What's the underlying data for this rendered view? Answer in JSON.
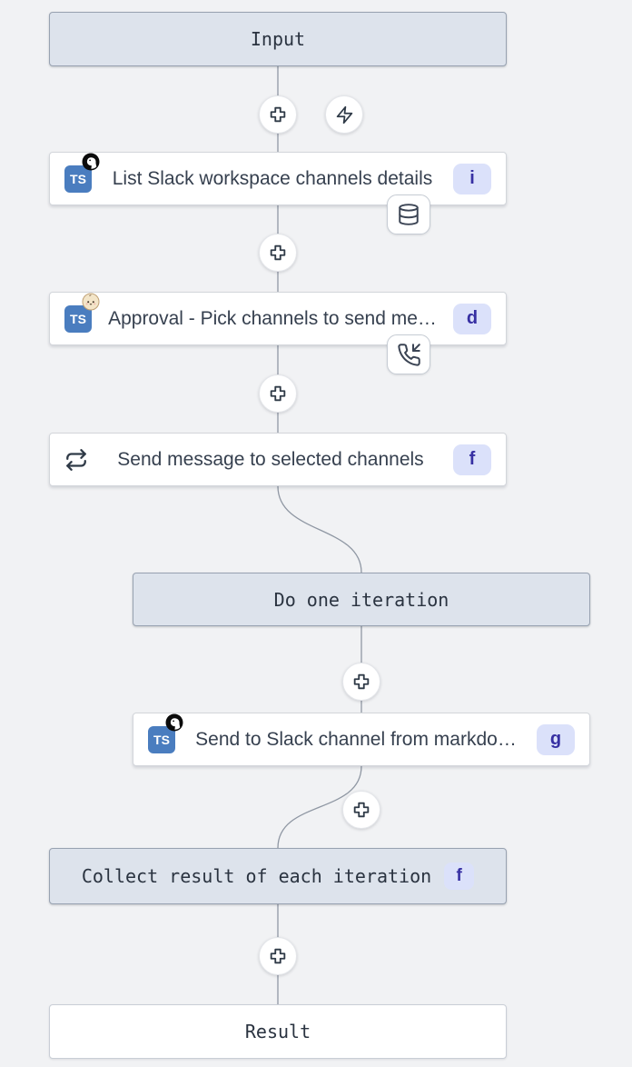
{
  "colors": {
    "canvas_bg": "#f1f2f4",
    "header_box_bg": "#dde3ec",
    "header_box_border": "#98a2b1",
    "node_bg": "#ffffff",
    "node_border": "#d3d6db",
    "node_text": "#36404f",
    "mono_text": "#2a3340",
    "badge_bg": "#dbe1fa",
    "badge_text": "#3730a3",
    "typescript_blue": "#4a7dbf",
    "connector": "#8f97a3",
    "icon_stroke": "#2f3a47"
  },
  "flow": {
    "input": {
      "label": "Input"
    },
    "modules": [
      {
        "badge": "i",
        "label": "List Slack workspace channels details",
        "language_label": "TS",
        "language_icon": "typescript-icon",
        "runtime_icon": "deno-icon",
        "attachment_icon": "database-icon"
      },
      {
        "badge": "d",
        "label": "Approval - Pick channels to send me…",
        "language_label": "TS",
        "language_icon": "typescript-icon",
        "runtime_icon": "bun-icon",
        "attachment_icon": "phone-incoming-icon"
      },
      {
        "badge": "f",
        "label": "Send message to selected channels",
        "type_icon": "repeat-icon"
      }
    ],
    "loop": {
      "iteration_header": {
        "label": "Do one iteration"
      },
      "inner_modules": [
        {
          "badge": "g",
          "label": "Send to Slack channel from markdo…",
          "language_label": "TS",
          "language_icon": "typescript-icon",
          "runtime_icon": "deno-icon"
        }
      ],
      "collect": {
        "badge": "f",
        "label": "Collect result of each iteration"
      }
    },
    "result": {
      "label": "Result"
    }
  }
}
